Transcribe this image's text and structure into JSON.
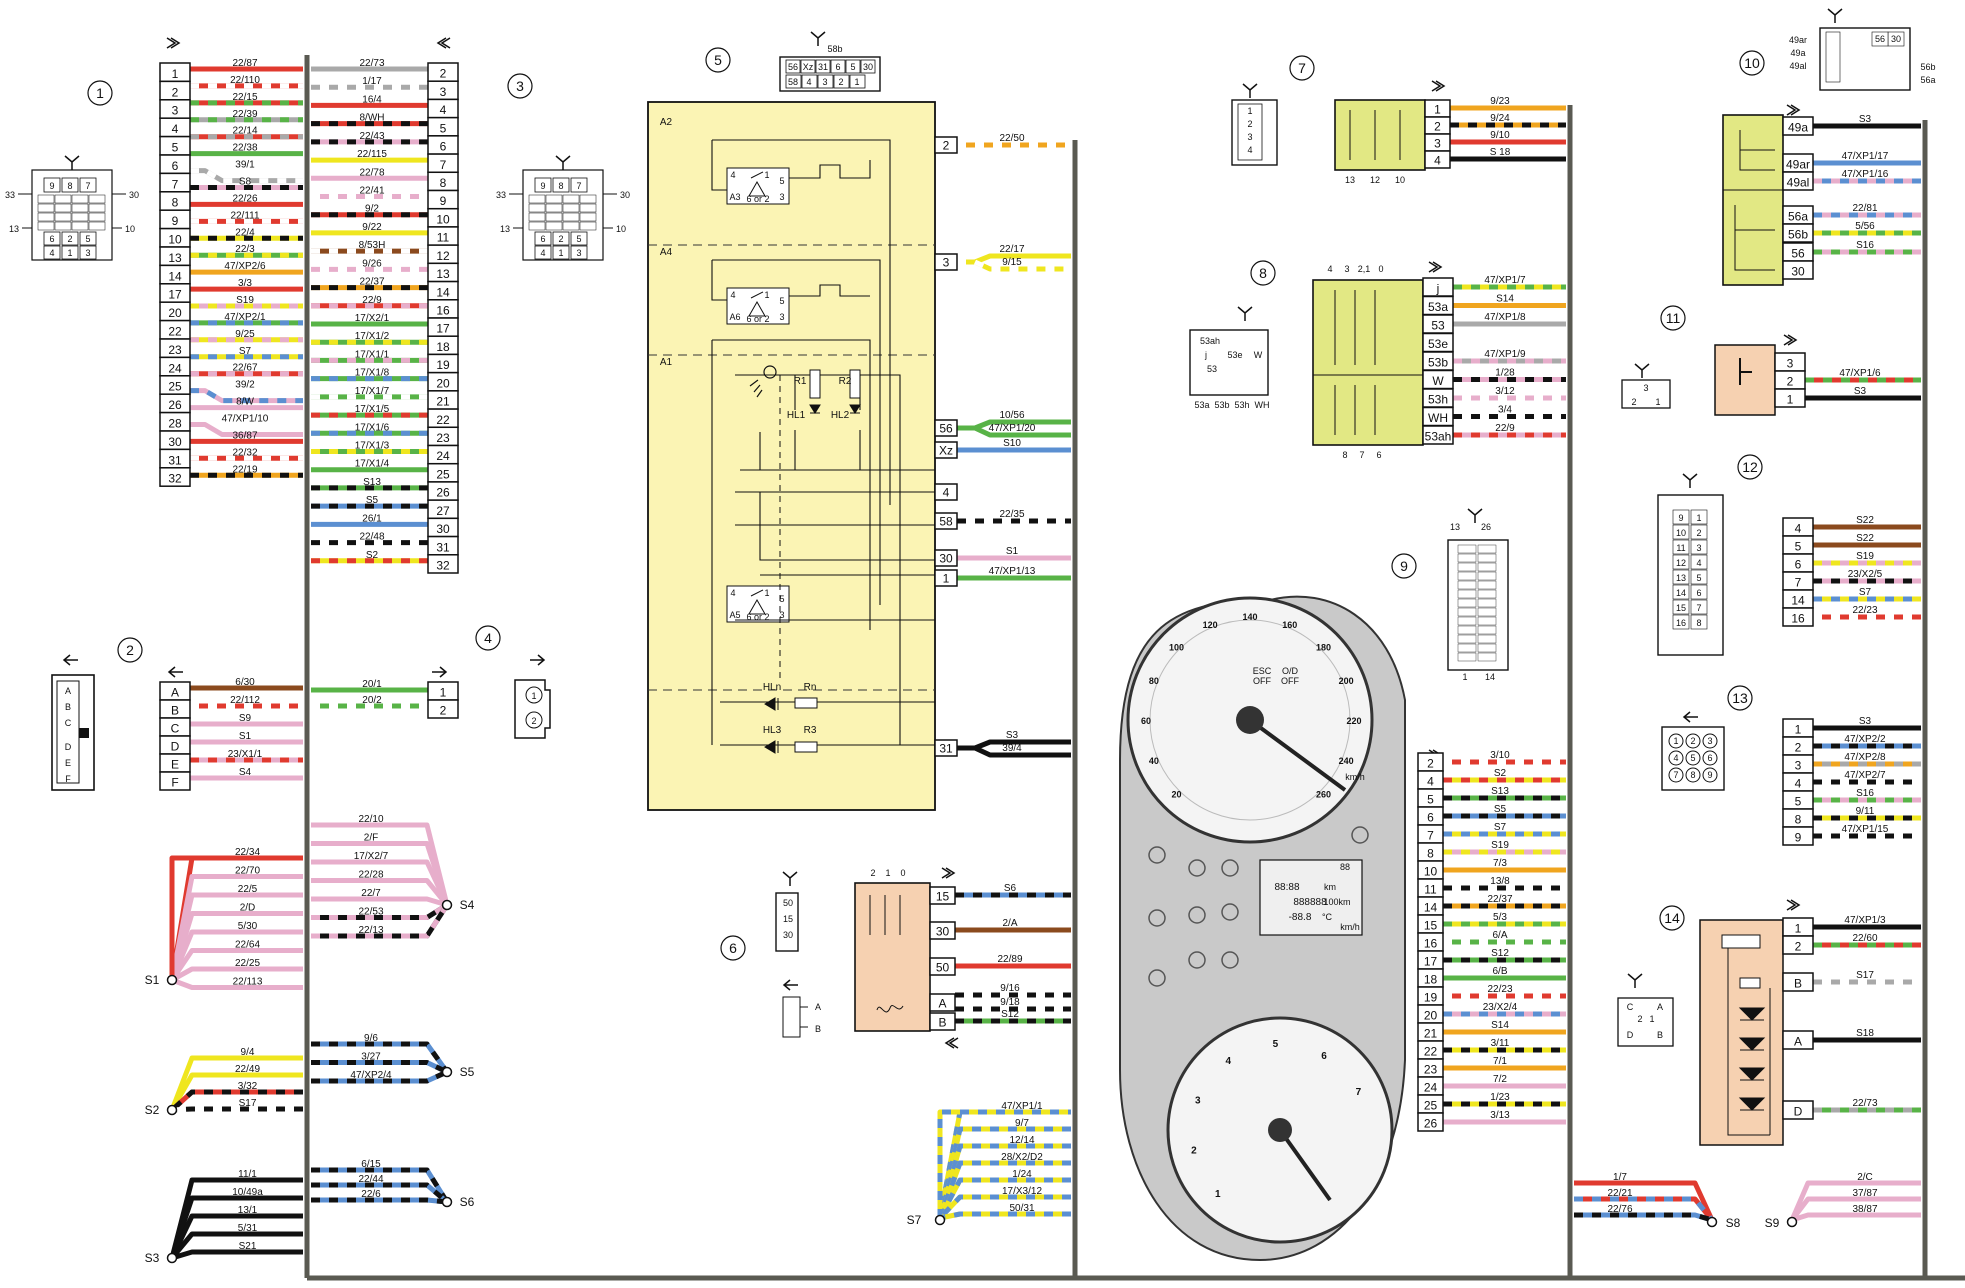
{
  "colors": {
    "R": "#e03a2f",
    "P": "#e7aecb",
    "O": "#f0a51f",
    "Y": "#efe61f",
    "G": "#58b347",
    "Bu": "#5b8fd1",
    "K": "#111111",
    "W": "#ffffff",
    "Gy": "#a9a9a9",
    "Br": "#8b4a1e",
    "bus": "#5a5a52",
    "yellowBox": "#fbf4b4",
    "orangeBox": "#f6d1b1",
    "limeBox": "#e2e884",
    "cluster": "#c9c9c9"
  },
  "c1": {
    "num": "1",
    "pins": [
      "1",
      "2",
      "3",
      "4",
      "5",
      "6",
      "7",
      "8",
      "9",
      "10",
      "13",
      "14",
      "17",
      "20",
      "22",
      "23",
      "24",
      "25",
      "26",
      "28",
      "30",
      "31",
      "32"
    ],
    "wires": [
      {
        "label": "22/87",
        "c": "R",
        "s": "R"
      },
      {
        "label": "22/110",
        "c": "R",
        "s": "W"
      },
      {
        "label": "22/15",
        "c": "R",
        "s": "G"
      },
      {
        "label": "22/39",
        "c": "Gy",
        "s": "G"
      },
      {
        "label": "22/14",
        "c": "R",
        "s": "Gy"
      },
      {
        "label": "22/38",
        "c": "G",
        "s": "G"
      },
      {
        "label": "39/1",
        "c": "Gy",
        "s": "W",
        "bend": true
      },
      {
        "label": "S8",
        "c": "P",
        "s": "K"
      },
      {
        "label": "22/26",
        "c": "R",
        "s": "R"
      },
      {
        "label": "22/111",
        "c": "R",
        "s": "W"
      },
      {
        "label": "22/4",
        "c": "Y",
        "s": "K"
      },
      {
        "label": "22/3",
        "c": "G",
        "s": "Y"
      },
      {
        "label": "47/XP2/6",
        "c": "O",
        "s": "O"
      },
      {
        "label": "3/3",
        "c": "R",
        "s": "R"
      },
      {
        "label": "S19",
        "c": "P",
        "s": "Y"
      },
      {
        "label": "47/XP2/1",
        "c": "G",
        "s": "Bu"
      },
      {
        "label": "9/25",
        "c": "Y",
        "s": "P"
      },
      {
        "label": "S7",
        "c": "Y",
        "s": "Bu"
      },
      {
        "label": "22/67",
        "c": "R",
        "s": "P"
      },
      {
        "label": "39/2",
        "c": "P",
        "s": "Bu",
        "bend": true
      },
      {
        "label": "8/W",
        "c": "P",
        "s": "P"
      },
      {
        "label": "47/XP1/10",
        "c": "P",
        "s": "P",
        "bend": true
      },
      {
        "label": "36/87",
        "c": "R",
        "s": "R"
      },
      {
        "label": "22/32",
        "c": "R",
        "s": "W"
      },
      {
        "label": "22/19",
        "c": "O",
        "s": "K"
      }
    ]
  },
  "c3": {
    "num": "3",
    "pins": [
      "2",
      "3",
      "4",
      "5",
      "6",
      "7",
      "8",
      "9",
      "10",
      "11",
      "12",
      "13",
      "14",
      "16",
      "17",
      "18",
      "19",
      "20",
      "21",
      "22",
      "23",
      "24",
      "25",
      "26",
      "27",
      "30",
      "31",
      "32"
    ],
    "wires": [
      {
        "label": "22/73",
        "c": "Gy",
        "s": "Gy"
      },
      {
        "label": "1/17",
        "c": "W",
        "s": "Gy"
      },
      {
        "label": "16/4",
        "c": "R",
        "s": "R"
      },
      {
        "label": "8/WH",
        "c": "R",
        "s": "K"
      },
      {
        "label": "22/43",
        "c": "P",
        "s": "K"
      },
      {
        "label": "22/115",
        "c": "Y",
        "s": "Y"
      },
      {
        "label": "22/78",
        "c": "P",
        "s": "P"
      },
      {
        "label": "22/41",
        "c": "P",
        "s": "W"
      },
      {
        "label": "9/2",
        "c": "R",
        "s": "K"
      },
      {
        "label": "9/22",
        "c": "Y",
        "s": "Y"
      },
      {
        "label": "8/53H",
        "c": "Br",
        "s": "W"
      },
      {
        "label": "9/26",
        "c": "W",
        "s": "P"
      },
      {
        "label": "22/37",
        "c": "O",
        "s": "K"
      },
      {
        "label": "22/9",
        "c": "R",
        "s": "P"
      },
      {
        "label": "17/X2/1",
        "c": "G",
        "s": "G"
      },
      {
        "label": "17/X1/2",
        "c": "G",
        "s": "Y"
      },
      {
        "label": "17/X1/1",
        "c": "G",
        "s": "P"
      },
      {
        "label": "17/X1/8",
        "c": "G",
        "s": "Bu"
      },
      {
        "label": "17/X1/7",
        "c": "G",
        "s": "W"
      },
      {
        "label": "17/X1/5",
        "c": "G",
        "s": "R"
      },
      {
        "label": "17/X1/6",
        "c": "G",
        "s": "Bu"
      },
      {
        "label": "17/X1/3",
        "c": "G",
        "s": "Y"
      },
      {
        "label": "17/X1/4",
        "c": "G",
        "s": "G"
      },
      {
        "label": "S13",
        "c": "G",
        "s": "K"
      },
      {
        "label": "S5",
        "c": "Bu",
        "s": "K"
      },
      {
        "label": "26/1",
        "c": "Bu",
        "s": "Bu"
      },
      {
        "label": "22/48",
        "c": "W",
        "s": "K"
      },
      {
        "label": "S2",
        "c": "Y",
        "s": "R"
      }
    ]
  },
  "c2": {
    "num": "2",
    "pins": [
      "A",
      "B",
      "C",
      "D",
      "E",
      "F"
    ],
    "wires": [
      {
        "label": "6/30",
        "c": "Br",
        "s": "Br"
      },
      {
        "label": "22/112",
        "c": "R",
        "s": "W"
      },
      {
        "label": "S9",
        "c": "P",
        "s": "P"
      },
      {
        "label": "S1",
        "c": "P",
        "s": "P"
      },
      {
        "label": "23/X1/1",
        "c": "P",
        "s": "R"
      },
      {
        "label": "S4",
        "c": "P",
        "s": "P"
      }
    ],
    "face": [
      "A",
      "B",
      "C",
      "D",
      "E",
      "F"
    ]
  },
  "c4": {
    "num": "4",
    "pins": [
      "1",
      "2"
    ],
    "wires": [
      {
        "label": "20/1",
        "c": "G",
        "s": "G"
      },
      {
        "label": "20/2",
        "c": "G",
        "s": "W"
      }
    ],
    "face": [
      "1",
      "2"
    ]
  },
  "s1": {
    "name": "S1",
    "labels": [
      "22/34",
      "22/70",
      "22/5",
      "2/D",
      "5/30",
      "22/64",
      "22/25",
      "22/113"
    ]
  },
  "s4": {
    "name": "S4",
    "labels": [
      "22/10",
      "2/F",
      "17/X2/7",
      "22/28",
      "22/7",
      "22/53",
      "22/13"
    ]
  },
  "s2": {
    "name": "S2",
    "labels": [
      "9/4",
      "22/49",
      "3/32",
      "S17"
    ]
  },
  "s5": {
    "name": "S5",
    "labels": [
      "9/6",
      "3/27",
      "47/XP2/4"
    ]
  },
  "s3": {
    "name": "S3",
    "labels": [
      "11/1",
      "10/49a",
      "13/1",
      "5/31",
      "S21"
    ]
  },
  "s6": {
    "name": "S6",
    "labels": [
      "6/15",
      "22/44",
      "22/6"
    ]
  },
  "s7": {
    "name": "S7",
    "labels": [
      "47/XP1/1",
      "9/7",
      "12/14",
      "28/X2/D2",
      "1/24",
      "17/X3/12",
      "50/31"
    ]
  },
  "s8": {
    "name": "S8",
    "labels": [
      "1/7",
      "22/21",
      "22/76"
    ]
  },
  "s9": {
    "name": "S9",
    "labels": [
      "2/C",
      "37/87",
      "38/87"
    ]
  },
  "faceGrid": {
    "top": [
      "9",
      "8",
      "7"
    ],
    "bottom": [
      "6",
      "2",
      "5",
      "4",
      "1",
      "3"
    ],
    "left1": "33",
    "right1": "30",
    "left2": "13",
    "right2": "10"
  },
  "c5": {
    "num": "5",
    "face": [
      "56",
      "Xz",
      "31",
      "6",
      "5",
      "30",
      "58",
      "4",
      "3",
      "2",
      "1"
    ],
    "facePin": "58b",
    "sections": [
      "A2",
      "A4",
      "A1"
    ],
    "inner": {
      "a3": "A3",
      "a5": "A5",
      "a6": "A6",
      "nums": [
        "6",
        "or",
        "2",
        "4",
        "1",
        "5",
        "3"
      ],
      "r1": "R1",
      "r2": "R2",
      "hl1": "HL1",
      "hl2": "HL2",
      "hln": "HLn",
      "rn": "Rn",
      "hl3": "HL3",
      "r3": "R3"
    },
    "pins": [
      {
        "pin": "2",
        "wires": [
          {
            "label": "22/50",
            "c": "O",
            "s": "W"
          }
        ]
      },
      {
        "pin": "3",
        "wires": [
          {
            "label": "22/17",
            "c": "Y",
            "s": "Y"
          },
          {
            "label": "9/15",
            "c": "Y",
            "s": "W"
          }
        ]
      },
      {
        "pin": "56",
        "wires": [
          {
            "label": "10/56",
            "c": "G",
            "s": "G"
          },
          {
            "label": "47/XP1/20",
            "c": "G",
            "s": "G"
          }
        ]
      },
      {
        "pin": "Xz",
        "wires": [
          {
            "label": "S10",
            "c": "Bu",
            "s": "Bu"
          }
        ]
      },
      {
        "pin": "4",
        "wires": []
      },
      {
        "pin": "58",
        "wires": [
          {
            "label": "22/35",
            "c": "W",
            "s": "K"
          }
        ]
      },
      {
        "pin": "30",
        "wires": [
          {
            "label": "S1",
            "c": "P",
            "s": "P"
          }
        ]
      },
      {
        "pin": "1",
        "wires": [
          {
            "label": "47/XP1/13",
            "c": "G",
            "s": "G"
          }
        ]
      },
      {
        "pin": "31",
        "wires": [
          {
            "label": "S3",
            "c": "K",
            "s": "K"
          },
          {
            "label": "39/4",
            "c": "K",
            "s": "K"
          }
        ]
      }
    ]
  },
  "c6": {
    "num": "6",
    "head": [
      "2",
      "1",
      "0"
    ],
    "face": [
      "50",
      "15",
      "30"
    ],
    "ab": [
      "A",
      "B"
    ],
    "pins": [
      {
        "pin": "15",
        "label": "S6",
        "c": "Bu",
        "s": "K"
      },
      {
        "pin": "30",
        "label": "2/A",
        "c": "Br",
        "s": "Br"
      },
      {
        "pin": "50",
        "label": "22/89",
        "c": "R",
        "s": "R"
      },
      {
        "pin": "A",
        "label": "9/16",
        "c": "W",
        "s": "K"
      },
      {
        "pin": "A",
        "label": "9/18",
        "c": "W",
        "s": "K"
      },
      {
        "pin": "B",
        "label": "S12",
        "c": "G",
        "s": "K"
      }
    ]
  },
  "c7": {
    "num": "7",
    "face": [
      "1",
      "2",
      "3",
      "4"
    ],
    "bottom": [
      "13",
      "12",
      "10"
    ],
    "pins": [
      {
        "pin": "1",
        "label": "9/23",
        "c": "O",
        "s": "O"
      },
      {
        "pin": "2",
        "label": "9/24",
        "c": "O",
        "s": "K"
      },
      {
        "pin": "3",
        "label": "9/10",
        "c": "R",
        "s": "R"
      },
      {
        "pin": "4",
        "label": "S 18",
        "c": "K",
        "s": "K"
      }
    ]
  },
  "c8": {
    "num": "8",
    "head": [
      "4",
      "3",
      "2,1",
      "0"
    ],
    "bottom": [
      "8",
      "7",
      "6"
    ],
    "face": [
      "53ah",
      "j",
      "53e",
      "W",
      "53"
    ],
    "faceBottom": [
      "53a",
      "53b",
      "53h",
      "WH"
    ],
    "pins": [
      {
        "pin": "j",
        "label": "47/XP1/7",
        "c": "Y",
        "s": "G"
      },
      {
        "pin": "53a",
        "label": "S14",
        "c": "O",
        "s": "O"
      },
      {
        "pin": "53",
        "label": "47/XP1/8",
        "c": "Gy",
        "s": "Gy"
      },
      {
        "pin": "53e",
        "label": "",
        "c": "",
        "s": ""
      },
      {
        "pin": "53b",
        "label": "47/XP1/9",
        "c": "Gy",
        "s": "P"
      },
      {
        "pin": "W",
        "label": "1/28",
        "c": "P",
        "s": "K"
      },
      {
        "pin": "53h",
        "label": "3/12",
        "c": "W",
        "s": "P"
      },
      {
        "pin": "WH",
        "label": "3/4",
        "c": "W",
        "s": "K"
      },
      {
        "pin": "53ah",
        "label": "22/9",
        "c": "P",
        "s": "R"
      }
    ]
  },
  "c9": {
    "num": "9",
    "head": [
      "13",
      "26"
    ],
    "foot": [
      "1",
      "14"
    ],
    "pins": [
      {
        "pin": "2",
        "label": "3/10",
        "c": "R",
        "s": "W"
      },
      {
        "pin": "4",
        "label": "S2",
        "c": "Y",
        "s": "R"
      },
      {
        "pin": "5",
        "label": "S13",
        "c": "G",
        "s": "K"
      },
      {
        "pin": "6",
        "label": "S5",
        "c": "Bu",
        "s": "K"
      },
      {
        "pin": "7",
        "label": "S7",
        "c": "Y",
        "s": "Bu"
      },
      {
        "pin": "8",
        "label": "S19",
        "c": "P",
        "s": "Y"
      },
      {
        "pin": "10",
        "label": "7/3",
        "c": "O",
        "s": "O"
      },
      {
        "pin": "11",
        "label": "13/8",
        "c": "W",
        "s": "K"
      },
      {
        "pin": "14",
        "label": "22/37",
        "c": "O",
        "s": "K"
      },
      {
        "pin": "15",
        "label": "5/3",
        "c": "Y",
        "s": "G"
      },
      {
        "pin": "16",
        "label": "6/A",
        "c": "G",
        "s": "W"
      },
      {
        "pin": "17",
        "label": "S12",
        "c": "G",
        "s": "K"
      },
      {
        "pin": "18",
        "label": "6/B",
        "c": "G",
        "s": "G"
      },
      {
        "pin": "19",
        "label": "22/23",
        "c": "R",
        "s": "W"
      },
      {
        "pin": "20",
        "label": "23/X2/4",
        "c": "P",
        "s": "Bu"
      },
      {
        "pin": "21",
        "label": "S14",
        "c": "O",
        "s": "O"
      },
      {
        "pin": "22",
        "label": "3/11",
        "c": "Y",
        "s": "K"
      },
      {
        "pin": "23",
        "label": "7/1",
        "c": "O",
        "s": "O"
      },
      {
        "pin": "24",
        "label": "7/2",
        "c": "P",
        "s": "P"
      },
      {
        "pin": "25",
        "label": "1/23",
        "c": "Y",
        "s": "K"
      },
      {
        "pin": "26",
        "label": "3/13",
        "c": "P",
        "s": "P"
      }
    ],
    "gauge": {
      "top": [
        "20",
        "40",
        "60",
        "80",
        "100",
        "120",
        "140",
        "160",
        "180",
        "200",
        "220",
        "240",
        "260"
      ],
      "bottom": [
        "1",
        "2",
        "3",
        "4",
        "5",
        "6",
        "7"
      ],
      "tags": [
        "ESC",
        "OFF",
        "O/D",
        "OFF",
        "km/h"
      ],
      "lcd": [
        "88:88",
        "888888",
        "-88.8",
        "°C",
        "100km",
        "km",
        "88",
        "km/h"
      ]
    }
  },
  "c10": {
    "num": "10",
    "face": [
      "49ar",
      "49a",
      "49al",
      "56b",
      "56a",
      "56",
      "30"
    ],
    "pins": [
      {
        "pin": "49a",
        "label": "S3",
        "c": "K",
        "s": "K"
      },
      {
        "pin": "49ar",
        "label": "47/XP1/17",
        "c": "Bu",
        "s": "Bu"
      },
      {
        "pin": "49al",
        "label": "47/XP1/16",
        "c": "Bu",
        "s": "P"
      },
      {
        "pin": "56a",
        "label": "22/81",
        "c": "P",
        "s": "Bu"
      },
      {
        "pin": "56b",
        "label": "5/56",
        "c": "G",
        "s": "Y"
      },
      {
        "pin": "56",
        "label": "S16",
        "c": "P",
        "s": "G"
      },
      {
        "pin": "30",
        "label": "",
        "c": "",
        "s": ""
      }
    ]
  },
  "c11": {
    "num": "11",
    "face": [
      "3",
      "2",
      "1"
    ],
    "pins": [
      {
        "pin": "3",
        "label": "",
        "c": "",
        "s": ""
      },
      {
        "pin": "2",
        "label": "47/XP1/6",
        "c": "R",
        "s": "G"
      },
      {
        "pin": "1",
        "label": "S3",
        "c": "K",
        "s": "K"
      }
    ]
  },
  "c12": {
    "num": "12",
    "face": [
      "9",
      "10",
      "11",
      "12",
      "13",
      "14",
      "15",
      "16",
      "1",
      "2",
      "3",
      "4",
      "5",
      "6",
      "7",
      "8"
    ],
    "pins": [
      {
        "pin": "4",
        "label": "S22",
        "c": "Br",
        "s": "Br"
      },
      {
        "pin": "5",
        "label": "S22",
        "c": "Br",
        "s": "Br"
      },
      {
        "pin": "6",
        "label": "S19",
        "c": "P",
        "s": "Y"
      },
      {
        "pin": "7",
        "label": "23/X2/5",
        "c": "P",
        "s": "K"
      },
      {
        "pin": "14",
        "label": "S7",
        "c": "Y",
        "s": "Bu"
      },
      {
        "pin": "16",
        "label": "22/23",
        "c": "R",
        "s": "W"
      }
    ]
  },
  "c13": {
    "num": "13",
    "face": [
      "1",
      "2",
      "3",
      "4",
      "5",
      "6",
      "7",
      "8",
      "9"
    ],
    "pins": [
      {
        "pin": "1",
        "label": "S3",
        "c": "K",
        "s": "K"
      },
      {
        "pin": "2",
        "label": "47/XP2/2",
        "c": "Bu",
        "s": "K"
      },
      {
        "pin": "3",
        "label": "47/XP2/8",
        "c": "Gy",
        "s": "O"
      },
      {
        "pin": "4",
        "label": "47/XP2/7",
        "c": "W",
        "s": "K"
      },
      {
        "pin": "5",
        "label": "S16",
        "c": "P",
        "s": "G"
      },
      {
        "pin": "8",
        "label": "9/11",
        "c": "Y",
        "s": "K"
      },
      {
        "pin": "9",
        "label": "47/XP1/15",
        "c": "W",
        "s": "K"
      }
    ]
  },
  "c14": {
    "num": "14",
    "face": [
      "C",
      "A",
      "2",
      "1",
      "D",
      "B"
    ],
    "pins": [
      {
        "pin": "1",
        "label": "47/XP1/3",
        "c": "K",
        "s": "K"
      },
      {
        "pin": "2",
        "label": "22/60",
        "c": "R",
        "s": "G"
      },
      {
        "pin": "B",
        "label": "S17",
        "c": "W",
        "s": "Gy"
      },
      {
        "pin": "A",
        "label": "S18",
        "c": "K",
        "s": "K"
      },
      {
        "pin": "D",
        "label": "22/73",
        "c": "G",
        "s": "Gy"
      }
    ]
  }
}
